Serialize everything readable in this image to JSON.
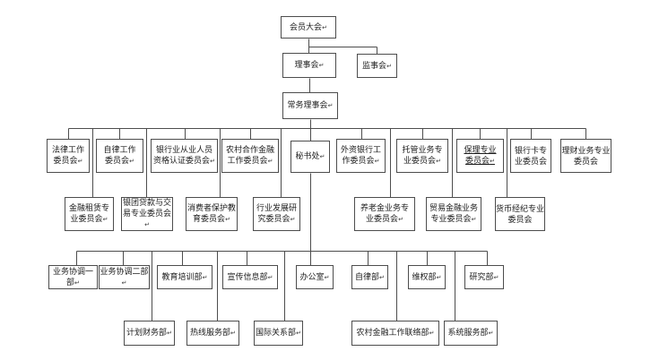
{
  "page": {
    "colors": {
      "background": "#ffffff",
      "line": "#4d4d4d",
      "text": "#1c1c1c"
    }
  },
  "org_chart": {
    "nodes": [
      {
        "id": "assembly",
        "label": "会员大会",
        "parent": null,
        "paragraph_mark": true
      },
      {
        "id": "council",
        "label": "理事会",
        "parent": "assembly",
        "paragraph_mark": true
      },
      {
        "id": "supervisors",
        "label": "监事会",
        "parent": "assembly",
        "paragraph_mark": true
      },
      {
        "id": "standing_council",
        "label": "常务理事会",
        "parent": "council",
        "paragraph_mark": true
      },
      {
        "id": "cmt_legal",
        "label": "法律工作\n委员会",
        "parent": "standing_council",
        "paragraph_mark": true
      },
      {
        "id": "cmt_self_discipline",
        "label": "自律工作\n委员会",
        "parent": "standing_council",
        "paragraph_mark": true
      },
      {
        "id": "cmt_qualification",
        "label": "银行业从业人员\n资格认证委员会",
        "parent": "standing_council",
        "paragraph_mark": true
      },
      {
        "id": "cmt_rural_coop",
        "label": "农村合作金融\n工作委员会",
        "parent": "standing_council",
        "paragraph_mark": true
      },
      {
        "id": "secretariat",
        "label": "秘书处",
        "parent": "standing_council",
        "paragraph_mark": true
      },
      {
        "id": "cmt_foreign_bank",
        "label": "外资银行工\n作委员会",
        "parent": "standing_council",
        "paragraph_mark": true
      },
      {
        "id": "cmt_custody",
        "label": "托管业务专\n业委员会",
        "parent": "standing_council",
        "paragraph_mark": true
      },
      {
        "id": "cmt_factoring",
        "label": "保理专业\n委员会",
        "parent": "standing_council",
        "paragraph_mark": true,
        "underline": true
      },
      {
        "id": "cmt_bank_card",
        "label": "银行卡专\n业委员会",
        "parent": "standing_council",
        "paragraph_mark": false
      },
      {
        "id": "cmt_wealth",
        "label": "理财业务专业\n委员会",
        "parent": "standing_council",
        "paragraph_mark": false
      },
      {
        "id": "cmt_leasing",
        "label": "金融租赁专\n业委员会",
        "parent": "standing_council",
        "paragraph_mark": true
      },
      {
        "id": "cmt_syndicated_loan",
        "label": "银团贷款与交\n易专业委员会",
        "parent": "standing_council",
        "paragraph_mark": true
      },
      {
        "id": "cmt_consumer_edu",
        "label": "消费者保护教\n育委员会",
        "parent": "standing_council",
        "paragraph_mark": true
      },
      {
        "id": "cmt_industry_research",
        "label": "行业发展研\n究委员会",
        "parent": "standing_council",
        "paragraph_mark": true
      },
      {
        "id": "cmt_pension",
        "label": "养老金业务专\n业委员会",
        "parent": "standing_council",
        "paragraph_mark": true
      },
      {
        "id": "cmt_trade_finance",
        "label": "贸易金融业务\n专业委员会",
        "parent": "standing_council",
        "paragraph_mark": true
      },
      {
        "id": "cmt_money_broker",
        "label": "货币经纪专业\n委员会",
        "parent": "standing_council",
        "paragraph_mark": false
      },
      {
        "id": "dept_biz_coord_1",
        "label": "业务协调一部",
        "parent": "secretariat",
        "paragraph_mark": true
      },
      {
        "id": "dept_biz_coord_2",
        "label": "业务协调二部",
        "parent": "secretariat",
        "paragraph_mark": true
      },
      {
        "id": "dept_edu_training",
        "label": "教育培训部",
        "parent": "secretariat",
        "paragraph_mark": true
      },
      {
        "id": "dept_publicity_info",
        "label": "宣传信息部",
        "parent": "secretariat",
        "paragraph_mark": true
      },
      {
        "id": "dept_office",
        "label": "办公室",
        "parent": "secretariat",
        "paragraph_mark": true
      },
      {
        "id": "dept_self_discipline",
        "label": "自律部",
        "parent": "secretariat",
        "paragraph_mark": true
      },
      {
        "id": "dept_rights",
        "label": "维权部",
        "parent": "secretariat",
        "paragraph_mark": true
      },
      {
        "id": "dept_research",
        "label": "研究部",
        "parent": "secretariat",
        "paragraph_mark": true
      },
      {
        "id": "dept_planning_finance",
        "label": "计划财务部",
        "parent": "secretariat",
        "paragraph_mark": true
      },
      {
        "id": "dept_hotline",
        "label": "热线服务部",
        "parent": "secretariat",
        "paragraph_mark": true
      },
      {
        "id": "dept_intl_relations",
        "label": "国际关系部",
        "parent": "secretariat",
        "paragraph_mark": true
      },
      {
        "id": "dept_rural_liaison",
        "label": "农村金融工作联络部",
        "parent": "secretariat",
        "paragraph_mark": true
      },
      {
        "id": "dept_system_service",
        "label": "系统服务部",
        "parent": "secretariat",
        "paragraph_mark": true
      }
    ]
  }
}
